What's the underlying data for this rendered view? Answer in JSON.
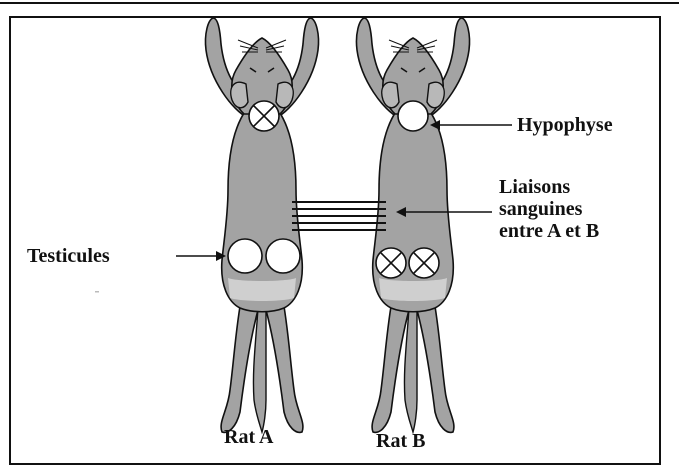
{
  "labels": {
    "hypophyse": "Hypophyse",
    "liaisons": [
      "Liaisons",
      "sanguines",
      "entre A et B"
    ],
    "testicules": "Testicules",
    "rat_a": "Rat A",
    "rat_b": "Rat B"
  },
  "colors": {
    "body_fill": "#a3a3a3",
    "light_patch": "#cfcfcf",
    "outline": "#111111"
  }
}
